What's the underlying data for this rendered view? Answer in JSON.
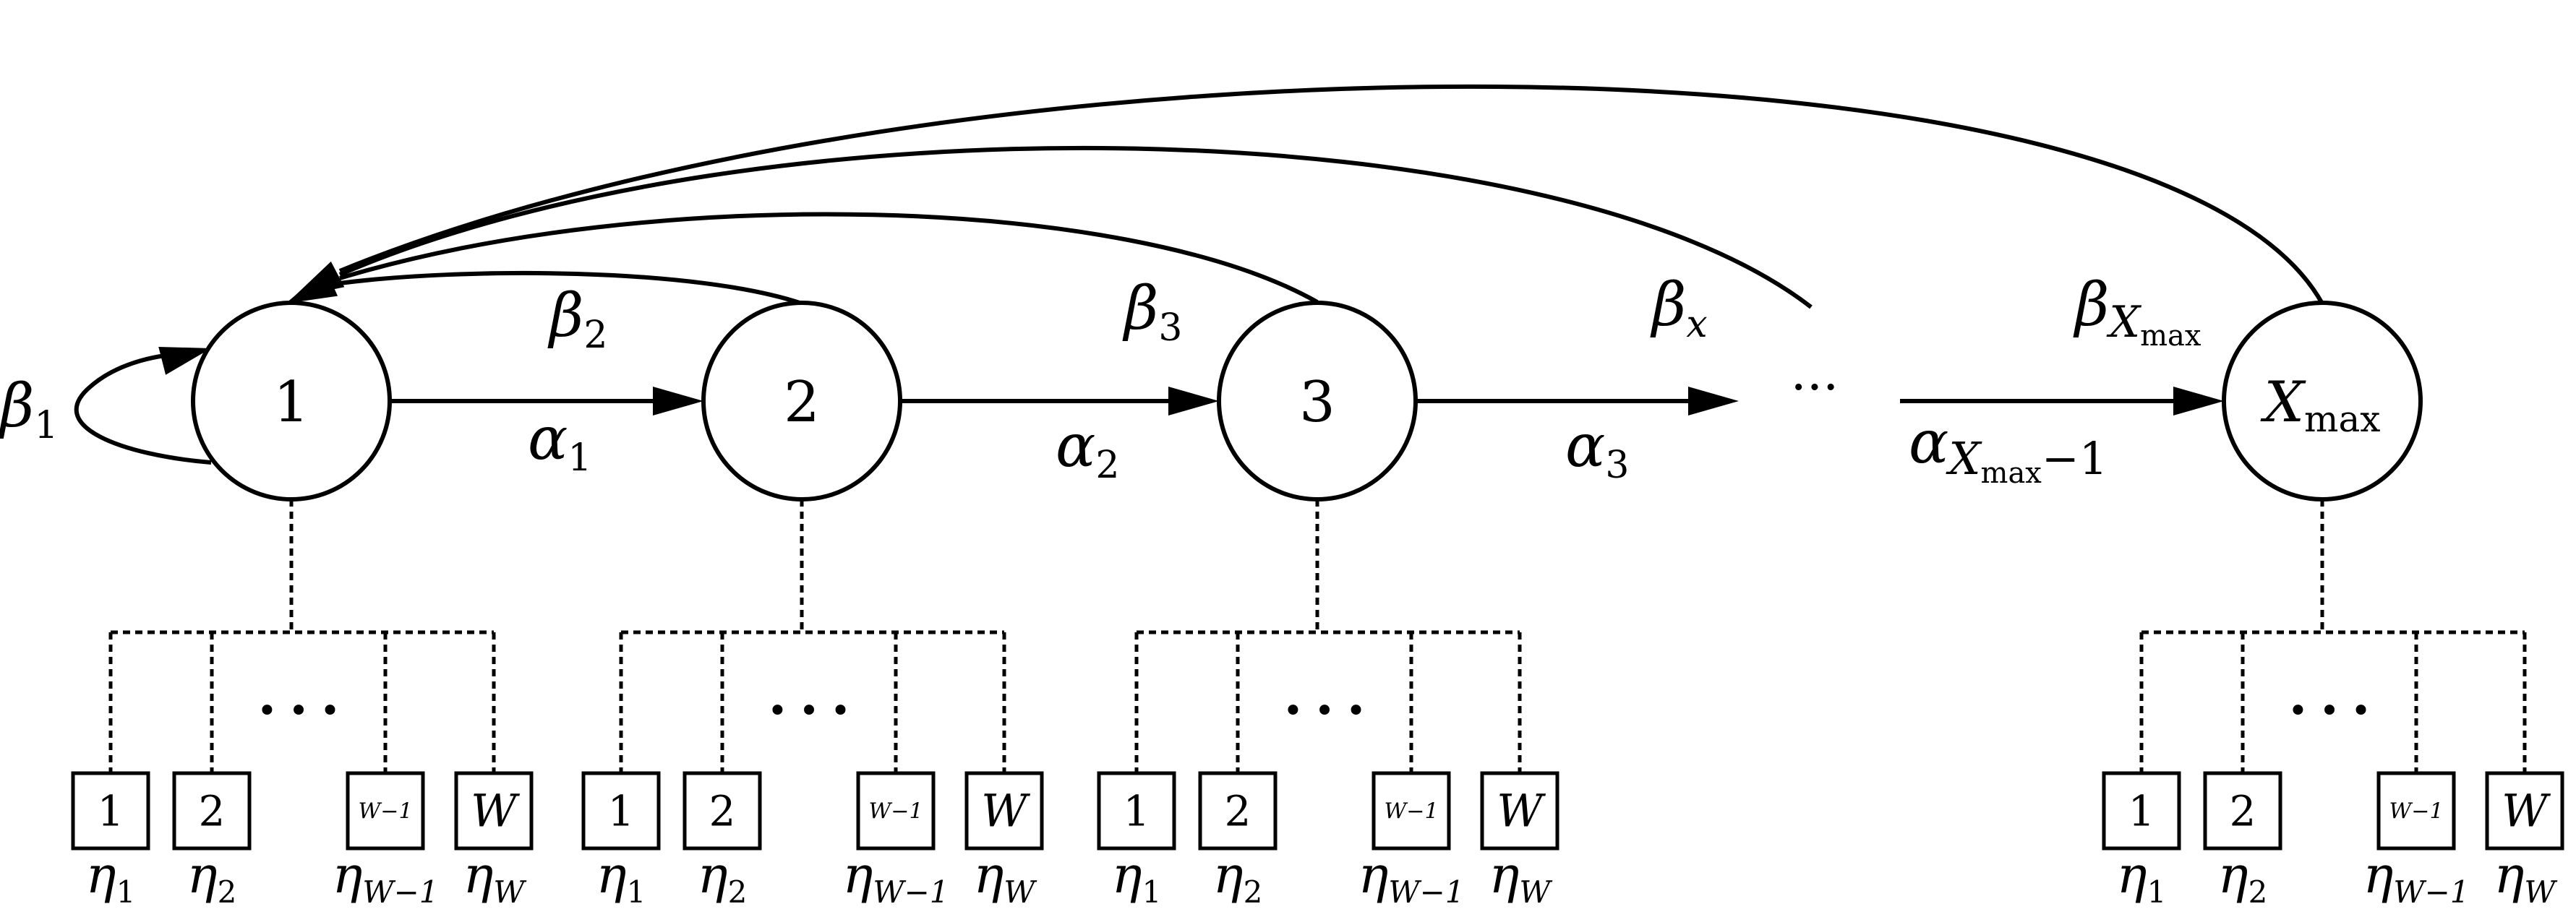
{
  "states": [
    {
      "label": "1",
      "kind": "plain"
    },
    {
      "label": "2",
      "kind": "plain"
    },
    {
      "label": "3",
      "kind": "plain"
    },
    {
      "label": "X",
      "sub": "max",
      "kind": "italic"
    }
  ],
  "forward_labels": [
    {
      "sym": "α",
      "sub": "1"
    },
    {
      "sym": "α",
      "sub": "2"
    },
    {
      "sym": "α",
      "sub": "3"
    },
    {
      "sym": "α",
      "sub_base": "X",
      "sub_sub": "max",
      "sub_tail": "−1"
    }
  ],
  "return_labels": [
    {
      "sym": "β",
      "sub": "1"
    },
    {
      "sym": "β",
      "sub": "2"
    },
    {
      "sym": "β",
      "sub": "3"
    },
    {
      "sym": "β",
      "sub": "x"
    },
    {
      "sym": "β",
      "sub_base": "X",
      "sub_sub": "max"
    }
  ],
  "ellipsis": "···",
  "group_ellipsis": "• • •",
  "boxes": [
    {
      "box": "1",
      "eta_sub": "1",
      "box_style": "rm"
    },
    {
      "box": "2",
      "eta_sub": "2",
      "box_style": "rm"
    },
    {
      "box": "W−1",
      "eta_sub": "W−1",
      "box_style": "it-small"
    },
    {
      "box": "W",
      "eta_sub": "W",
      "box_style": "it"
    }
  ],
  "eta_symbol": "η"
}
